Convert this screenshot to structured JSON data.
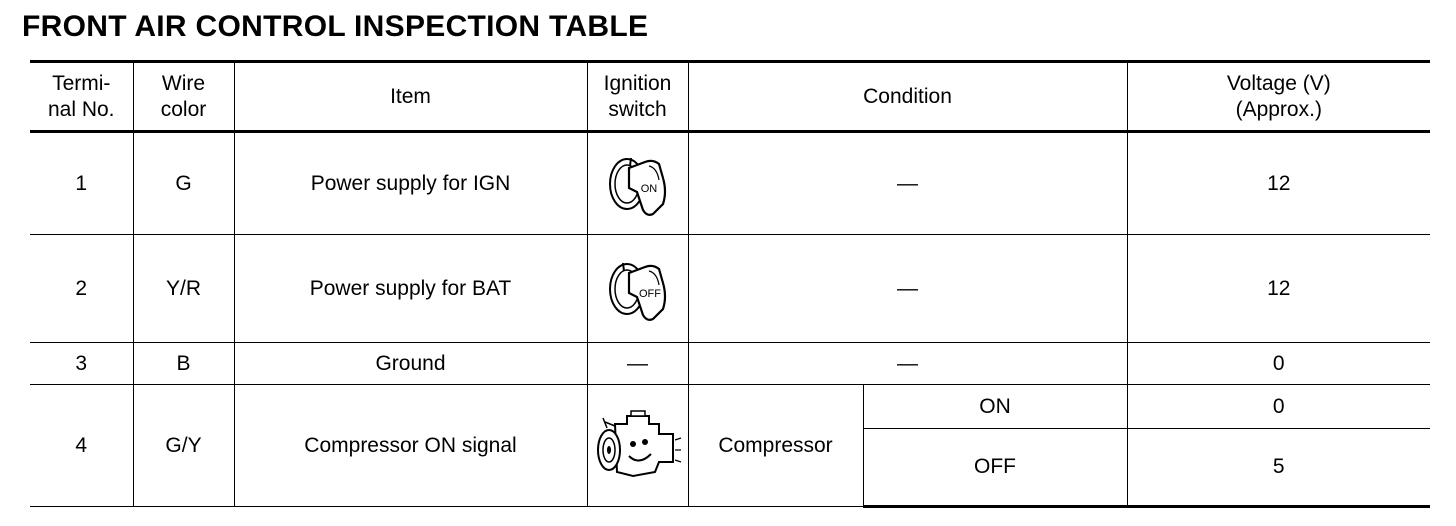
{
  "title": "FRONT AIR CONTROL INSPECTION TABLE",
  "headers": {
    "terminal_line1": "Termi-",
    "terminal_line2": "nal No.",
    "wire_line1": "Wire",
    "wire_line2": "color",
    "item": "Item",
    "ignition_line1": "Ignition",
    "ignition_line2": "switch",
    "condition": "Condition",
    "voltage_line1": "Voltage (V)",
    "voltage_line2": "(Approx.)"
  },
  "rows": [
    {
      "terminal": "1",
      "wire": "G",
      "item": "Power supply for IGN",
      "ignition_icon": "ignition-key-on-icon",
      "key_label": "ON",
      "condition": "—",
      "voltage": "12"
    },
    {
      "terminal": "2",
      "wire": "Y/R",
      "item": "Power supply for BAT",
      "ignition_icon": "ignition-key-off-icon",
      "key_label": "OFF",
      "condition": "—",
      "voltage": "12"
    },
    {
      "terminal": "3",
      "wire": "B",
      "item": "Ground",
      "ignition": "—",
      "condition": "—",
      "voltage": "0"
    },
    {
      "terminal": "4",
      "wire": "G/Y",
      "item": "Compressor ON signal",
      "ignition_icon": "engine-running-icon",
      "condition": "Compressor",
      "sub_conditions": [
        {
          "state": "ON",
          "voltage": "0"
        },
        {
          "state": "OFF",
          "voltage": "5"
        }
      ]
    }
  ]
}
